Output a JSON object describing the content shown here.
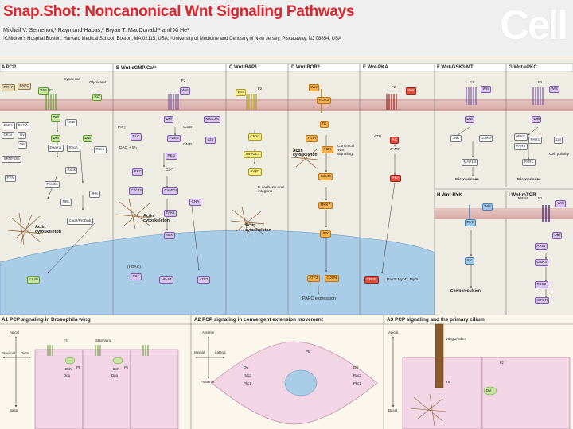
{
  "header": {
    "title": "Snap.Shot: Noncanonical Wnt Signaling Pathways",
    "authors": "Mikhail V. Semenov,¹ Raymond Habas,² Bryan T. MacDonald,¹ and Xi He¹",
    "affiliations": "¹Children's Hospital Boston, Harvard Medical School, Boston, MA 02115, USA; ²University of Medicine and Dentistry of New Jersey, Piscataway, NJ 08854, USA",
    "logo": "Cell"
  },
  "panels": {
    "A": "A   PCP",
    "B": "B   Wnt-cGMP/Ca²⁺",
    "C": "C   Wnt-RAP1",
    "D": "D   Wnt-ROR2",
    "E": "E   Wnt-PKA",
    "F": "F   Wnt-GSK3-MT",
    "G": "G   Wnt-aPKC",
    "H": "H   Wnt-RYK",
    "I": "I   Wnt-mTOR",
    "A1": "A1   PCP signaling in Drosophila wing",
    "A2": "A2   PCP signaling in convergent extension movement",
    "A3": "A3   PCP signaling and the primary cilium"
  },
  "nodes": {
    "a": {
      "ptk7": "PTK7",
      "papc": "PAPC",
      "syndecan": "Syndecan",
      "glypican4": "Glypican4",
      "wnt": "Wnt",
      "fz": "Fz",
      "ror": "Ror",
      "dvl": "Dvl",
      "par1": "PAR1",
      "pkc": "PKCδ",
      "ckie": "CK1ε",
      "inv": "Inv",
      "dlv": "Dlv",
      "nkd": "NKD",
      "dvl2": "Dvl",
      "dvl3": "Dvl",
      "daam1": "Daam1",
      "rhoa": "RhoA",
      "rac1": "Rac1",
      "xrnf185": "XRNF185",
      "rock": "Rock",
      "fyn": "FYN",
      "profilin": "Profilin",
      "nrl": "NRL",
      "jnk": "JNK",
      "cap": "Cap2/ProDub",
      "actin": "Actin cytoskeleton",
      "cjun": "cJUN"
    },
    "b": {
      "wnt": "Wnt",
      "fz": "Fz",
      "dvl": "Dvl",
      "pip2": "PIP₂",
      "plc": "PLC",
      "dag": "DAG + IP₃",
      "pde6": "PDE6",
      "cgmp": "cGMP",
      "gmp": "GMP",
      "pkg": "PKG",
      "ca": "Ca²⁺",
      "pkc": "PKC",
      "cdc42": "Cdc42",
      "camk2": "CaMKII",
      "cna": "CNA",
      "tak1": "TAK1",
      "nlk": "NLK",
      "p38": "p38",
      "mkk36": "MKK3/6",
      "hdac": "(HDAC)",
      "tcf": "TCF",
      "nfat": "NF-AT",
      "atf2": "ATF2",
      "actin": "Actin cytoskeleton"
    },
    "c": {
      "wnt": "Wnt",
      "fz": "Fz",
      "ck1": "CK1α",
      "sipa1l1": "SIPA1L1",
      "rap1": "RAP1",
      "ecad": "E-cadherin and integrins",
      "actin": "Actin cytoskeleton"
    },
    "d": {
      "wnt": "Wnt",
      "ror2": "ROR2",
      "tk": "TK",
      "filna": "FilnA",
      "pi3k": "PI3K",
      "canon": "Canonical Wnt signaling",
      "cdc42": "Cdc42",
      "mkk7": "MKK7",
      "jnk": "JNK",
      "atf2": "ATF2",
      "cjun": "c-JUN",
      "papc": "PAPC expression",
      "actin": "Actin cytoskeleton"
    },
    "e": {
      "wnt": "Wnt",
      "fz": "Fz",
      "atp": "ATP",
      "ac": "AC",
      "camp": "cAMP",
      "pka": "PKA",
      "creb": "CREB",
      "targets": "Pax3, MyoD, Myf5"
    },
    "f": {
      "wnt": "Wnt",
      "fz": "Fz",
      "dvl": "Dvl",
      "jnk": "JNK",
      "gsk3": "GSK3",
      "map1b": "MAP1B",
      "mt": "Microtubules"
    },
    "g": {
      "wnt": "Wnt",
      "fz": "Fz",
      "dvl": "Dvl",
      "apkc": "aPKC",
      "par6": "PAR6",
      "lgl": "Lgl",
      "par1": "PAR1",
      "polarity": "Cell polarity",
      "mt": "Microtubules"
    },
    "h": {
      "wnt": "Wnt",
      "ryk": "RYK",
      "src": "Src",
      "chemo": "Chemorepulsion"
    },
    "i": {
      "lrp56": "LRP5/6",
      "fz": "Fz",
      "wnt": "Wnt",
      "dvl": "Dvl",
      "axin": "AXIN",
      "gsk3": "GSK3",
      "tsc2": "TSC2",
      "mtor": "mTOR"
    }
  },
  "lower": {
    "a1": {
      "apical": "Apical",
      "basal": "Basal",
      "proximal": "Proximal",
      "distal": "Distal",
      "fz": "Fz",
      "stan": "Stan/Vang",
      "dsh": "Dsh",
      "pk": "Pk",
      "dgo": "Dgo",
      "dsh2": "Dsh",
      "pk2": "Pk",
      "dgo2": "Dgo"
    },
    "a2": {
      "anterior": "Anterior",
      "posterior": "Posterior",
      "medial": "Medial",
      "lateral": "Lateral",
      "pk": "Pk",
      "dvl": "Dvl",
      "rac1": "Rac1",
      "pkc": "Pkc1",
      "dvl2": "Dvl",
      "rac2": "Rac1",
      "pkc2": "Pkc1"
    },
    "a3": {
      "apical": "Apical",
      "basal": "Basal",
      "vangl": "Vangl2/Stbm",
      "fz": "Fz",
      "inv": "Inv",
      "dvl": "Dvl"
    }
  }
}
